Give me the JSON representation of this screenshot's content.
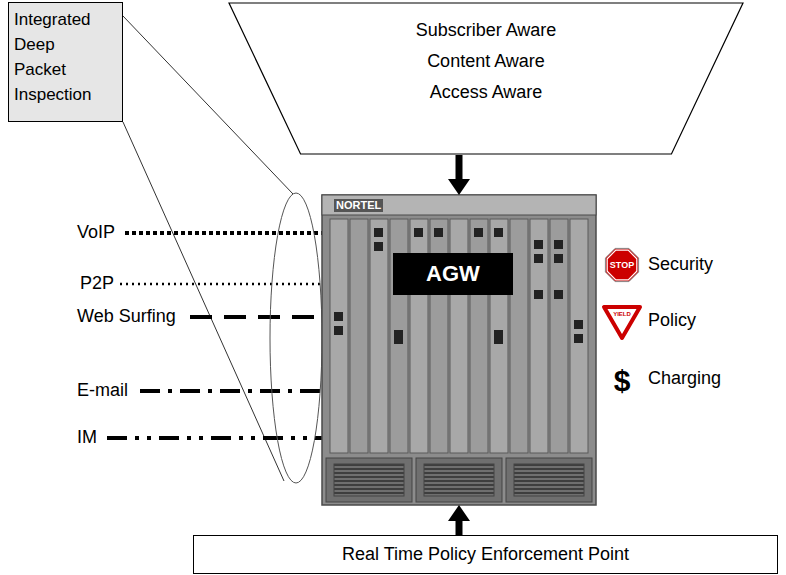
{
  "diagram": {
    "nodes": [
      {
        "text": [
          "Subscriber Aware",
          "Content Aware",
          "Access Aware"
        ]
      },
      {
        "text": [
          "Integrated Deep Packet Inspection"
        ]
      },
      {
        "text": [
          "AGW"
        ]
      },
      {
        "text": [
          "Real Time Policy Enforcement Point"
        ]
      }
    ],
    "edges": [
      {
        "from": 0,
        "to": 2,
        "arrow": "to"
      },
      {
        "from": 3,
        "to": 2,
        "arrow": "to"
      }
    ],
    "labels": [
      "VoIP",
      "P2P",
      "Web Surfing",
      "E-mail",
      "IM",
      "NORTEL",
      "STOP",
      "YIELD",
      "$",
      "Security",
      "Policy",
      "Charging"
    ]
  }
}
